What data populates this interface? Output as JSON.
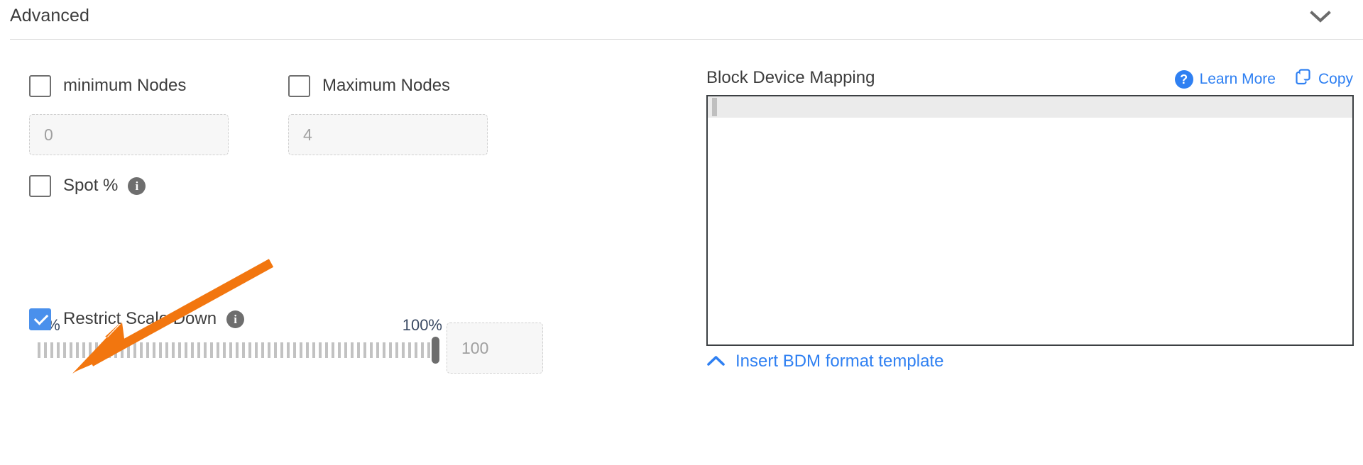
{
  "section": {
    "title": "Advanced",
    "collapse_icon": "chevron-down-icon"
  },
  "left_panel": {
    "min_nodes": {
      "label": "minimum Nodes",
      "checked": false,
      "input_placeholder": "0",
      "input_value": ""
    },
    "max_nodes": {
      "label": "Maximum Nodes",
      "checked": false,
      "input_placeholder": "4",
      "input_value": ""
    },
    "spot_percent": {
      "label": "Spot %",
      "checked": false,
      "info_icon": "info-icon"
    },
    "slider": {
      "min_label": "0%",
      "max_label": "100%",
      "value": 100,
      "input_placeholder": "100",
      "input_value": ""
    },
    "restrict_scale_down": {
      "label": "Restrict Scale Down",
      "checked": true,
      "info_icon": "info-icon"
    }
  },
  "right_panel": {
    "bdm_label": "Block Device Mapping",
    "learn_more": {
      "label": "Learn More",
      "icon": "question-circle-icon"
    },
    "copy": {
      "label": "Copy",
      "icon": "copy-icon"
    },
    "editor_content": "",
    "insert_template": {
      "label": "Insert BDM format template",
      "icon": "chevron-up-icon"
    }
  },
  "colors": {
    "accent_blue": "#2f80f2",
    "checkbox_blue": "#4a90ec",
    "annotation_orange": "#f2760f",
    "text_dark": "#3d3d3d",
    "slider_label": "#3a4a63",
    "editor_border": "#3c4043"
  }
}
